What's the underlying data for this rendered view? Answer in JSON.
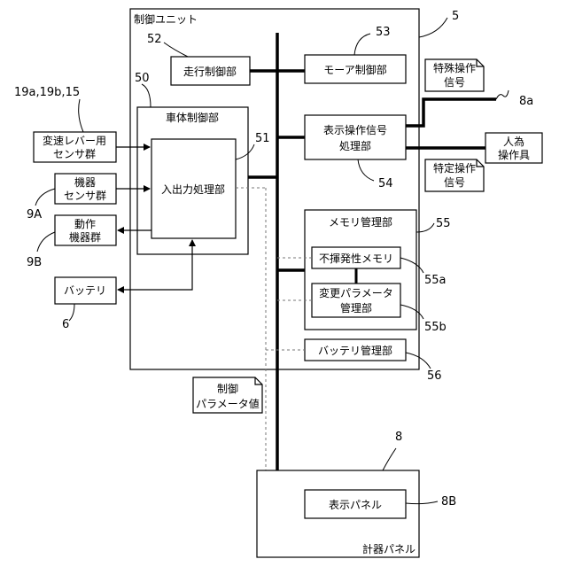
{
  "control_unit": {
    "title": "制御ユニット",
    "ref": "5"
  },
  "body_control": {
    "title": "車体制御部",
    "ref": "50",
    "io_label": "入出力処理部",
    "io_ref": "51"
  },
  "travel_control": {
    "label": "走行制御部",
    "ref": "52"
  },
  "mower_control": {
    "label": "モーア制御部",
    "ref": "53"
  },
  "display_signal": {
    "line1": "表示操作信号",
    "line2": "処理部",
    "ref": "54"
  },
  "memory_mgmt": {
    "title": "メモリ管理部",
    "ref": "55",
    "nonvolatile": "不揮発性メモリ",
    "nonvolatile_ref": "55a",
    "param_line1": "変更パラメータ",
    "param_line2": "管理部",
    "param_ref": "55b"
  },
  "battery_mgmt": {
    "label": "バッテリ管理部",
    "ref": "56"
  },
  "shift_sensor": {
    "line1": "変速レバー用",
    "line2": "センサ群",
    "ref": "19a,19b,15"
  },
  "equip_sensor": {
    "line1": "機器",
    "line2": "センサ群",
    "ref": "9A"
  },
  "actuators": {
    "line1": "動作",
    "line2": "機器群",
    "ref": "9B"
  },
  "battery": {
    "label": "バッテリ",
    "ref": "6"
  },
  "human_device": {
    "line1": "人為",
    "line2": "操作具",
    "ref": "8a"
  },
  "note_special": {
    "line1": "特殊操作",
    "line2": "信号"
  },
  "note_specific": {
    "line1": "特定操作",
    "line2": "信号"
  },
  "note_params": {
    "line1": "制御",
    "line2": "パラメータ値"
  },
  "meter_panel": {
    "title": "計器パネル",
    "ref": "8",
    "display_label": "表示パネル",
    "display_ref": "8B"
  }
}
